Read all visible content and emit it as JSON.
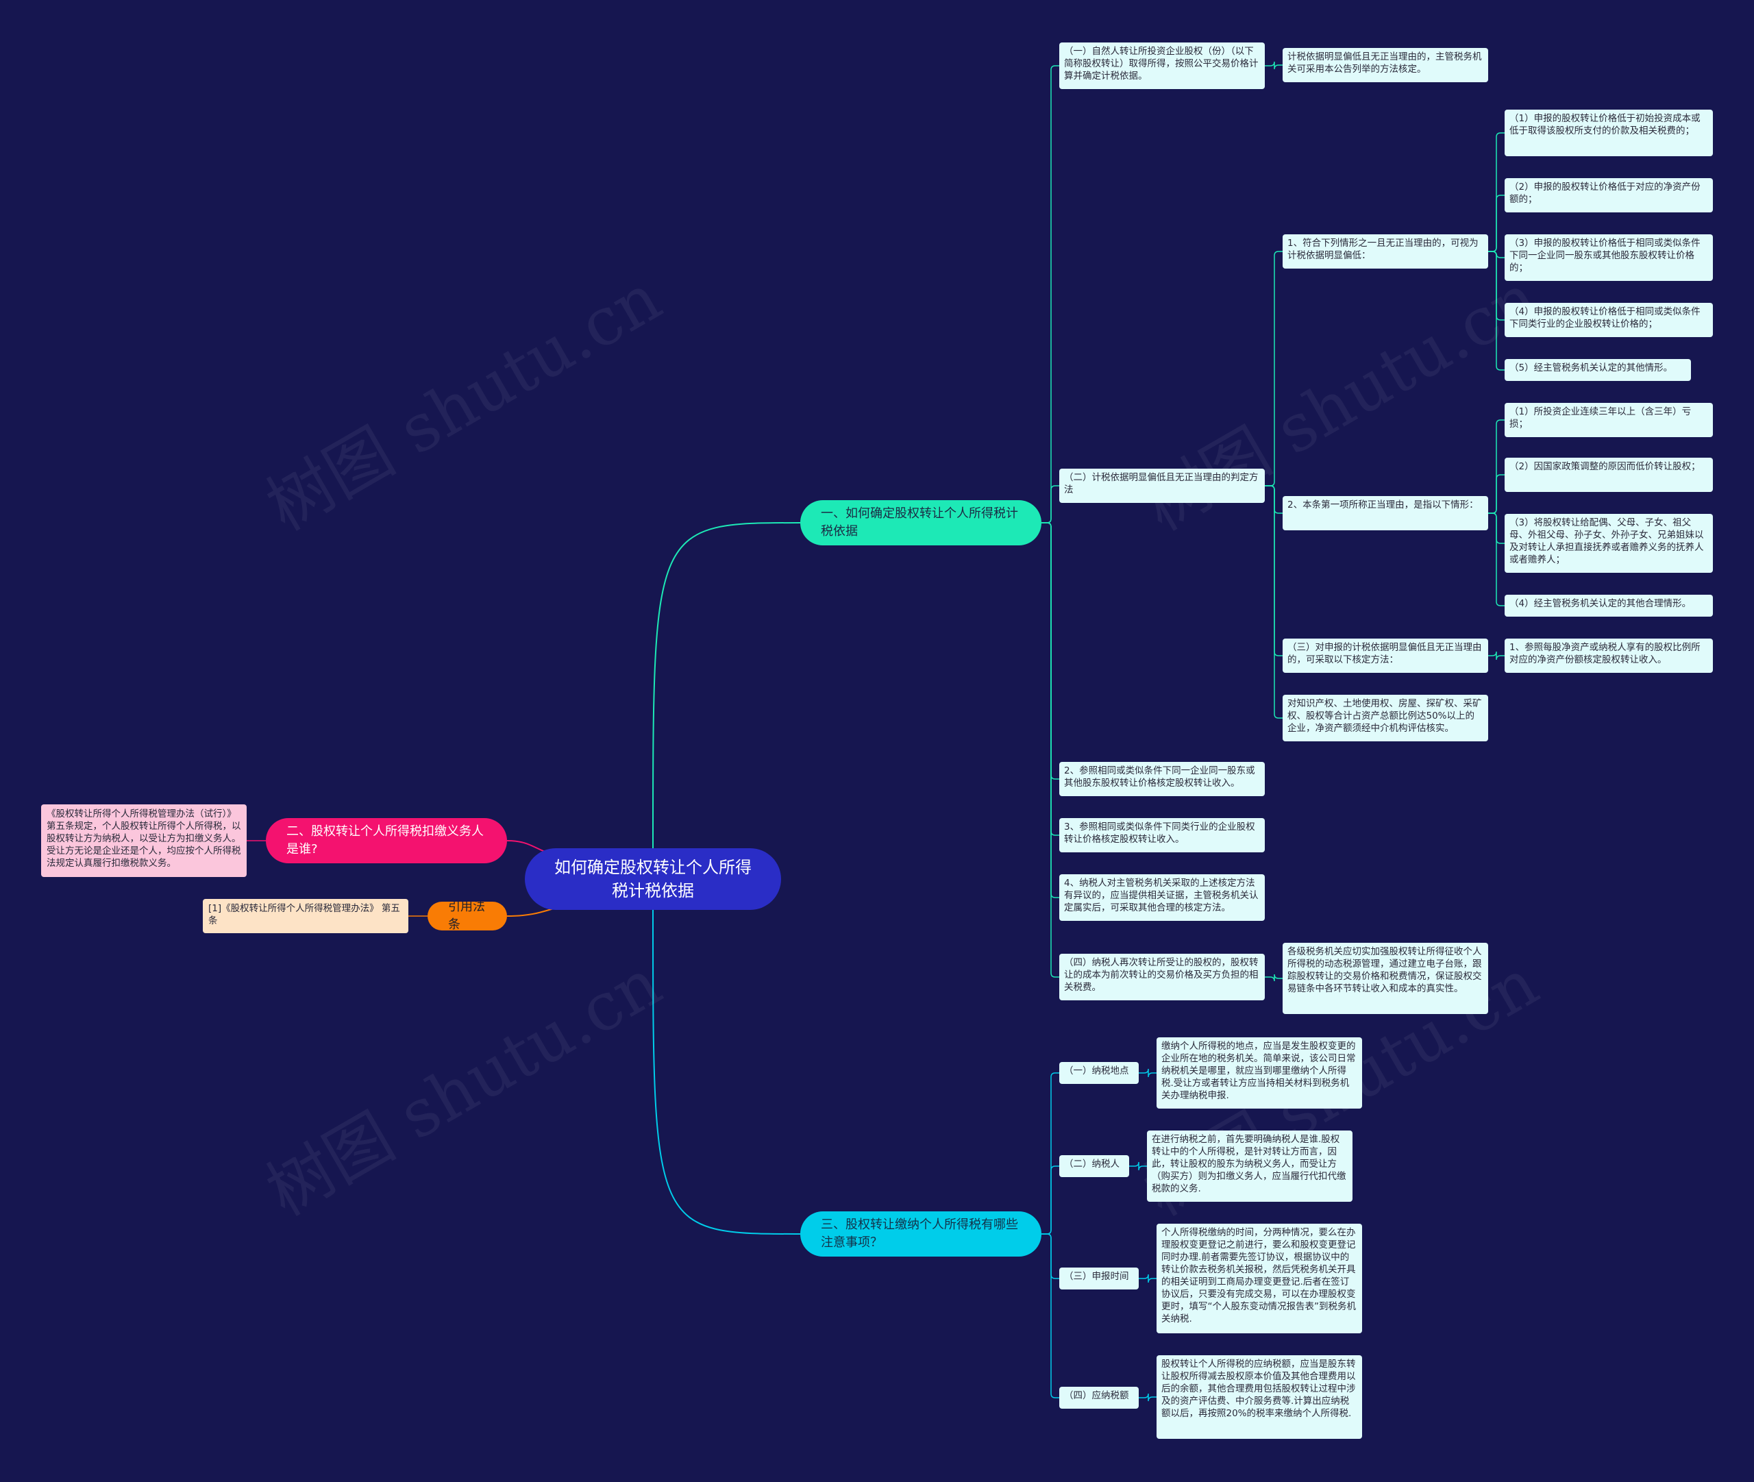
{
  "watermark": "树图 shutu.cn",
  "colors": {
    "background": "#161650",
    "root": "#2a2dc6",
    "branch_green": "#1de9b6",
    "branch_cyan": "#00cdea",
    "branch_pink": "#f4126f",
    "branch_orange": "#f97c05",
    "leaf_bg": "#e0fbfb"
  },
  "root": {
    "label": "如何确定股权转让个人所得税计税依据"
  },
  "branch1": {
    "label": "一、如何确定股权转让个人所得税计税依据",
    "item1": {
      "label": "（一）自然人转让所投资企业股权（份）（以下简称股权转让）取得所得，按照公平交易价格计算并确定计税依据。",
      "detail": "计税依据明显偏低且无正当理由的，主管税务机关可采用本公告列举的方法核定。"
    },
    "item2": {
      "label": "（二）计税依据明显偏低且无正当理由的判定方法",
      "sub1": {
        "label": "1、符合下列情形之一且无正当理由的，可视为计税依据明显偏低：",
        "points": [
          "（1）申报的股权转让价格低于初始投资成本或低于取得该股权所支付的价款及相关税费的；",
          "（2）申报的股权转让价格低于对应的净资产份额的；",
          "（3）申报的股权转让价格低于相同或类似条件下同一企业同一股东或其他股东股权转让价格的；",
          "（4）申报的股权转让价格低于相同或类似条件下同类行业的企业股权转让价格的；",
          "（5）经主管税务机关认定的其他情形。"
        ]
      },
      "sub2": {
        "label": "2、本条第一项所称正当理由，是指以下情形：",
        "points": [
          "（1）所投资企业连续三年以上（含三年）亏损；",
          "（2）因国家政策调整的原因而低价转让股权；",
          "（3）将股权转让给配偶、父母、子女、祖父母、外祖父母、孙子女、外孙子女、兄弟姐妹以及对转让人承担直接抚养或者赡养义务的抚养人或者赡养人；",
          "（4）经主管税务机关认定的其他合理情形。"
        ]
      }
    },
    "item3": {
      "label": "（三）对申报的计税依据明显偏低且无正当理由的，可采取以下核定方法：",
      "detail": "1、参照每股净资产或纳税人享有的股权比例所对应的净资产份额核定股权转让收入。",
      "extra": "对知识产权、土地使用权、房屋、探矿权、采矿权、股权等合计占资产总额比例达50%以上的企业，净资产额须经中介机构评估核实。"
    },
    "item4": "2、参照相同或类似条件下同一企业同一股东或其他股东股权转让价格核定股权转让收入。",
    "item5": "3、参照相同或类似条件下同类行业的企业股权转让价格核定股权转让收入。",
    "item6": "4、纳税人对主管税务机关采取的上述核定方法有异议的，应当提供相关证据，主管税务机关认定属实后，可采取其他合理的核定方法。",
    "item7": {
      "label": "（四）纳税人再次转让所受让的股权的，股权转让的成本为前次转让的交易价格及买方负担的相关税费。",
      "detail": "各级税务机关应切实加强股权转让所得征收个人所得税的动态税源管理，通过建立电子台账，跟踪股权转让的交易价格和税费情况，保证股权交易链条中各环节转让收入和成本的真实性。"
    }
  },
  "branch3": {
    "label": "三、股权转让缴纳个人所得税有哪些注意事项？",
    "items": [
      {
        "label": "（一）纳税地点",
        "detail": "缴纳个人所得税的地点，应当是发生股权变更的企业所在地的税务机关。简单来说，该公司日常纳税机关是哪里，就应当到哪里缴纳个人所得税.受让方或者转让方应当持相关材料到税务机关办理纳税申报."
      },
      {
        "label": "（二）纳税人",
        "detail": "在进行纳税之前，首先要明确纳税人是谁.股权转让中的个人所得税，是针对转让方而言，因此，转让股权的股东为纳税义务人，而受让方（购买方）则为扣缴义务人，应当履行代扣代缴税款的义务."
      },
      {
        "label": "（三）申报时间",
        "detail": "个人所得税缴纳的时间，分两种情况，要么在办理股权变更登记之前进行，要么和股权变更登记同时办理.前者需要先签订协议，根据协议中的转让价款去税务机关报税，然后凭税务机关开具的相关证明到工商局办理变更登记.后者在签订协议后，只要没有完成交易，可以在办理股权变更时，填写“个人股东变动情况报告表”到税务机关纳税."
      },
      {
        "label": "（四）应纳税额",
        "detail": "股权转让个人所得税的应纳税额，应当是股东转让股权所得减去股权原本价值及其他合理费用以后的余额，其他合理费用包括股权转让过程中涉及的资产评估费、中介服务费等.计算出应纳税额以后，再按照20%的税率来缴纳个人所得税."
      }
    ]
  },
  "branch2": {
    "label": "二、股权转让个人所得税扣缴义务人是谁?",
    "detail": "《股权转让所得个人所得税管理办法（试行）》第五条规定，个人股权转让所得个人所得税，以股权转让方为纳税人，以受让方为扣缴义务人。受让方无论是企业还是个人，均应按个人所得税法规定认真履行扣缴税款义务。"
  },
  "branch4": {
    "label": "引用法条",
    "detail": "[1]《股权转让所得个人所得税管理办法》 第五条"
  }
}
